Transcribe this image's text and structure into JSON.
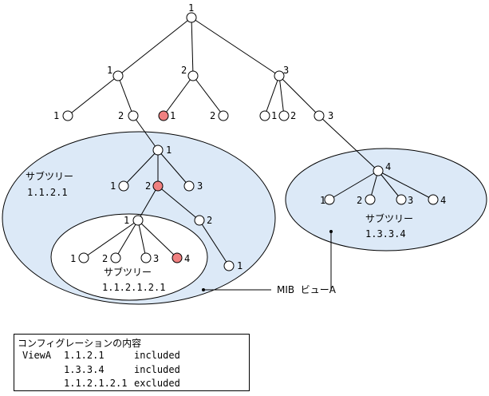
{
  "colors": {
    "subtree_fill": "#dce9f7",
    "excluded_fill": "#ffffff",
    "highlight_node": "#f08080",
    "node_fill": "#ffffff",
    "line": "#000000"
  },
  "labels": {
    "root": "1",
    "l1_1": "1",
    "l1_2": "2",
    "l1_3": "3",
    "l2_1": "1",
    "l2_2": "2",
    "l2_3": "1",
    "l2_4": "2",
    "l2_5": "1",
    "l2_6": "2",
    "l2_7": "3",
    "n1121": "1",
    "n11211": "1",
    "n11212": "2",
    "n11213": "3",
    "n112121": "1",
    "n112122": "2",
    "n1121211": "1",
    "n1121212": "2",
    "n1121213": "3",
    "n1121214": "4",
    "n1121221": "1",
    "n1334": "4",
    "n13341": "1",
    "n13342": "2",
    "n13343": "3",
    "n13344": "4"
  },
  "subtrees": {
    "left_title": "サブツリー",
    "left_oid": "1.1.2.1",
    "inner_title": "サブツリー",
    "inner_oid": "1.1.2.1.2.1",
    "right_title": "サブツリー",
    "right_oid": "1.3.3.4"
  },
  "view_label": "MIB  ビューA",
  "config": {
    "title": "コンフィグレーションの内容",
    "view_name": "ViewA",
    "rows": [
      {
        "oid": "1.1.2.1",
        "mode": "included"
      },
      {
        "oid": "1.3.3.4",
        "mode": "included"
      },
      {
        "oid": "1.1.2.1.2.1",
        "mode": "excluded"
      }
    ]
  }
}
